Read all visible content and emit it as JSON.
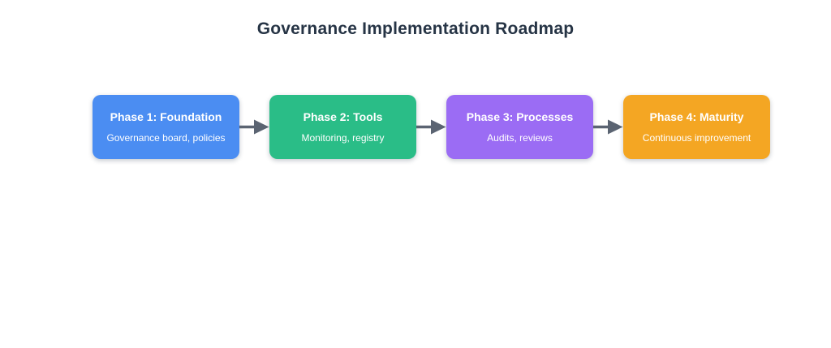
{
  "title": "Governance Implementation Roadmap",
  "colors": {
    "title_text": "#263445",
    "arrow": "#5b6472",
    "box_text": "#ffffff",
    "background": "#ffffff",
    "phase1": "#4b8df2",
    "phase2": "#2abd87",
    "phase3": "#9b6cf4",
    "phase4": "#f4a623"
  },
  "phases": [
    {
      "label": "Phase 1: Foundation",
      "detail": "Governance board, policies",
      "color": "#4b8df2"
    },
    {
      "label": "Phase 2: Tools",
      "detail": "Monitoring, registry",
      "color": "#2abd87"
    },
    {
      "label": "Phase 3: Processes",
      "detail": "Audits, reviews",
      "color": "#9b6cf4"
    },
    {
      "label": "Phase 4: Maturity",
      "detail": "Continuous improvement",
      "color": "#f4a623"
    }
  ],
  "arrow_icon_name": "right-arrow"
}
